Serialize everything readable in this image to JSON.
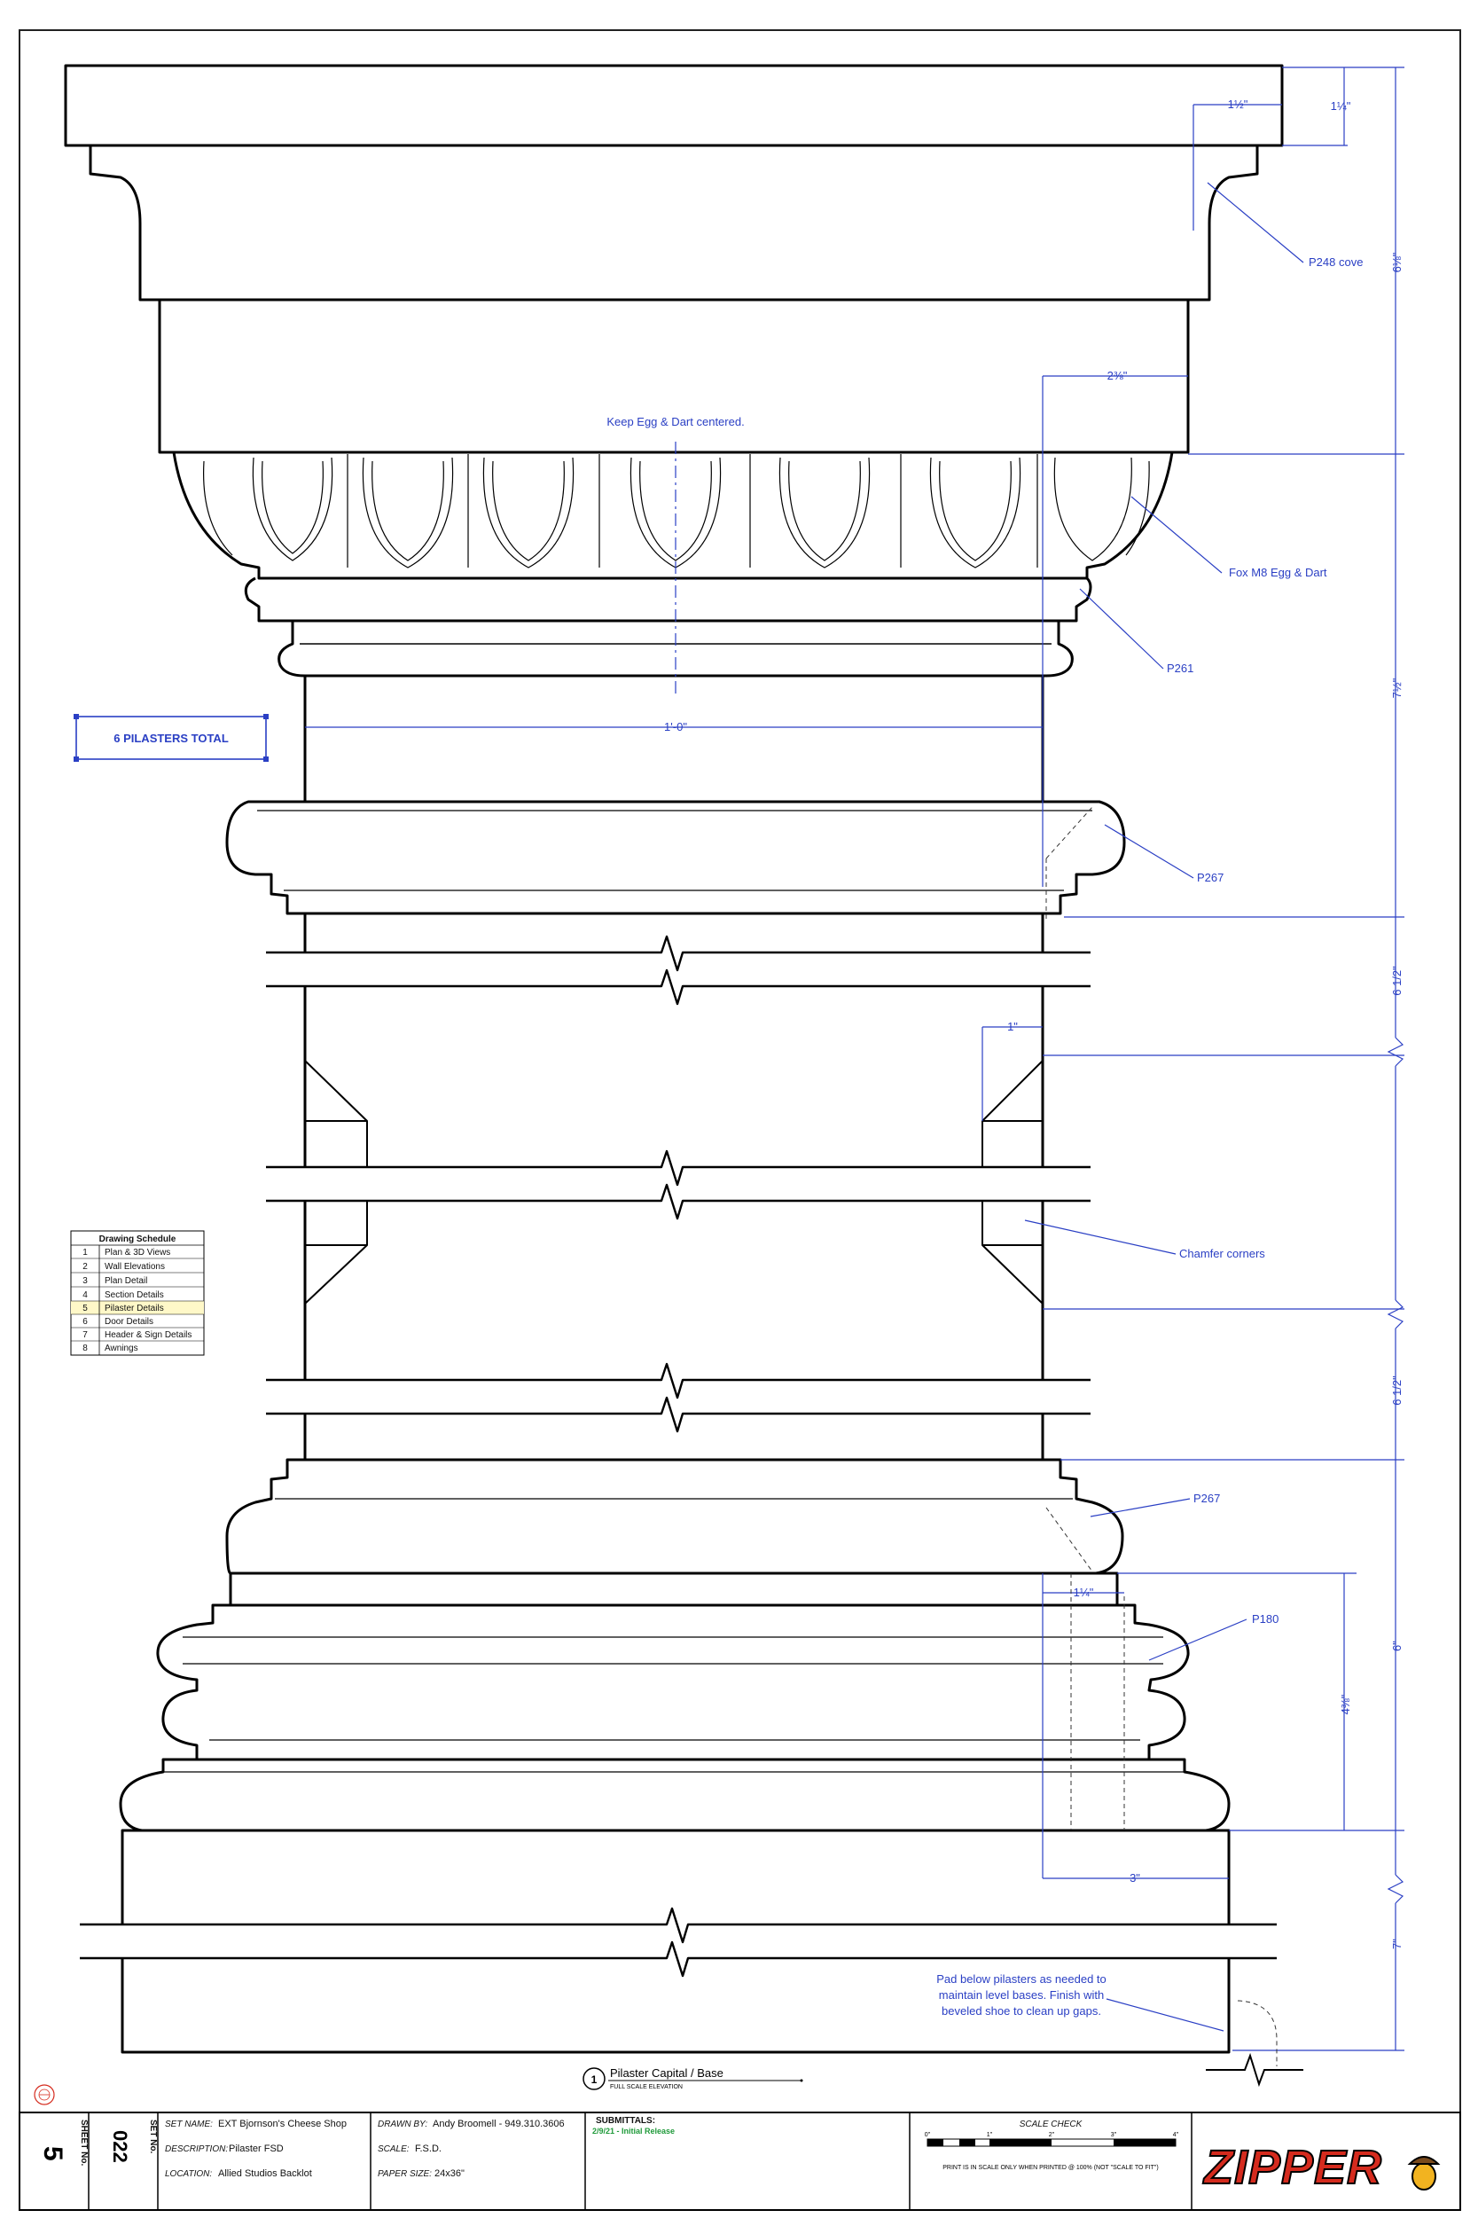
{
  "notes": {
    "keep_centered": "Keep Egg & Dart centered.",
    "pilasters_total": "6 PILASTERS TOTAL",
    "pad_line1": "Pad below pilasters as needed to",
    "pad_line2": "maintain level bases. Finish with",
    "pad_line3": "beveled shoe to clean up gaps."
  },
  "callouts": {
    "p248": "P248 cove",
    "egg_dart": "Fox M8 Egg & Dart",
    "p261": "P261",
    "p267_top": "P267",
    "chamfer": "Chamfer corners",
    "p267_bottom": "P267",
    "p180": "P180"
  },
  "dimensions": {
    "d_1_5": "1½\"",
    "d_1_25_top": "1¼\"",
    "d_6_125": "6⅛\"",
    "d_2_375": "2⅜\"",
    "d_1_0": "1'-0\"",
    "d_7_5": "7½\"",
    "d_6_5_a": "6 1/2\"",
    "d_1": "1\"",
    "d_6_5_b": "6 1/2\"",
    "d_1_25_bot": "1¼\"",
    "d_6": "6\"",
    "d_4_375": "4⅜\"",
    "d_3": "3\"",
    "d_7": "7\""
  },
  "schedule": {
    "title": "Drawing Schedule",
    "rows": [
      {
        "num": "1",
        "label": "Plan & 3D Views"
      },
      {
        "num": "2",
        "label": "Wall Elevations"
      },
      {
        "num": "3",
        "label": "Plan Detail"
      },
      {
        "num": "4",
        "label": "Section Details"
      },
      {
        "num": "5",
        "label": "Pilaster Details"
      },
      {
        "num": "6",
        "label": "Door Details"
      },
      {
        "num": "7",
        "label": "Header & Sign Details"
      },
      {
        "num": "8",
        "label": "Awnings"
      }
    ],
    "highlight_color": "#fff8c8"
  },
  "view_title": {
    "num": "1",
    "title": "Pilaster Capital / Base",
    "subtitle": "FULL SCALE ELEVATION"
  },
  "title_block": {
    "sheet_no_label": "SHEET No.",
    "sheet_no": "5",
    "set_no_label": "SET No.",
    "set_no": "022",
    "set_name_label": "SET NAME:",
    "set_name": "EXT Bjornson's Cheese Shop",
    "description_label": "DESCRIPTION:",
    "description": "Pilaster FSD",
    "location_label": "LOCATION:",
    "location": "Allied Studios Backlot",
    "drawn_by_label": "DRAWN BY:",
    "drawn_by": "Andy Broomell - 949.310.3606",
    "scale_label": "SCALE:",
    "scale": "F.S.D.",
    "paper_size_label": "PAPER SIZE:",
    "paper_size": "24x36\"",
    "submittals_label": "SUBMITTALS:",
    "submittal_date": "2/9/21",
    "submittal_text": " - Initial Release",
    "scale_check_label": "SCALE CHECK",
    "scale_ticks": [
      "0\"",
      "1\"",
      "2\"",
      "3\"",
      "4\""
    ],
    "scale_note": "PRINT IS IN SCALE ONLY WHEN PRINTED @ 100% (NOT \"SCALE TO FIT\")",
    "logo": "ZIPPER"
  },
  "colors": {
    "annotation": "#2a3fc4",
    "submittal": "#1f9a3a",
    "logo_fill": "#d52b1e",
    "logo_accent": "#f2b320"
  },
  "stamp_icon": "circular-stamp-icon"
}
